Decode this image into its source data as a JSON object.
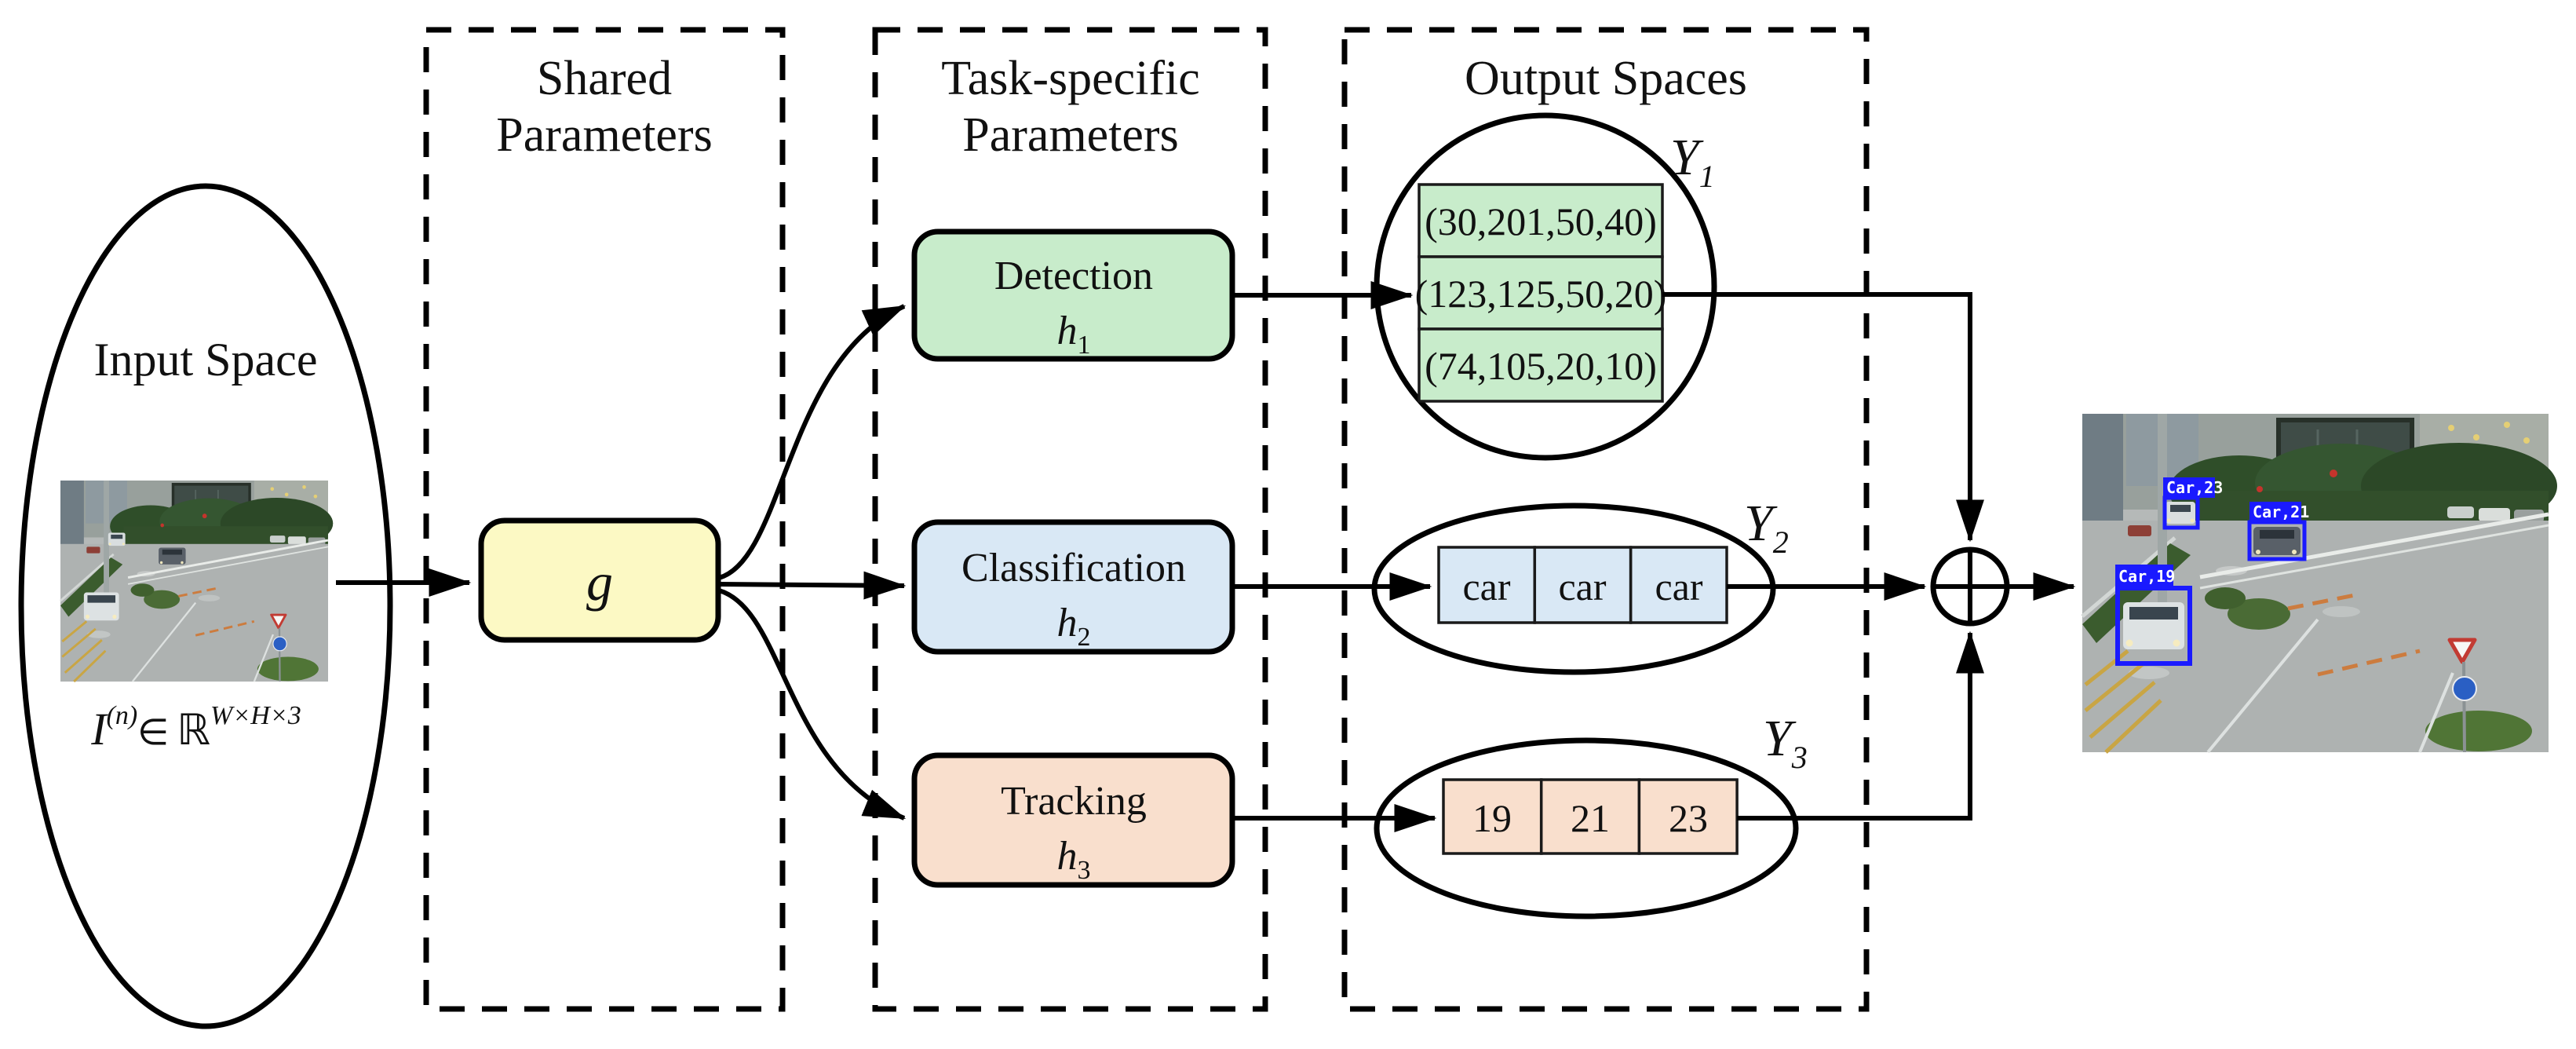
{
  "figure": {
    "input": {
      "label": "Input Space",
      "formula": {
        "symbol": "I",
        "sup": "(n)",
        "element_of": "∈",
        "set": "ℝ",
        "dims": "W×H×3"
      }
    },
    "shared": {
      "title_line1": "Shared",
      "title_line2": "Parameters",
      "block_label": "g"
    },
    "task_specific": {
      "title_line1": "Task-specific",
      "title_line2": "Parameters",
      "blocks": [
        {
          "label": "Detection",
          "symbol": "h",
          "sub": "1"
        },
        {
          "label": "Classification",
          "symbol": "h",
          "sub": "2"
        },
        {
          "label": "Tracking",
          "symbol": "h",
          "sub": "3"
        }
      ]
    },
    "output_spaces": {
      "title": "Output Spaces",
      "y1": {
        "symbol": "Y",
        "sub": "1",
        "rows": [
          "(30,201,50,40)",
          "(123,125,50,20)",
          "(74,105,20,10)"
        ]
      },
      "y2": {
        "symbol": "Y",
        "sub": "2",
        "cells": [
          "car",
          "car",
          "car"
        ]
      },
      "y3": {
        "symbol": "Y",
        "sub": "3",
        "cells": [
          "19",
          "21",
          "23"
        ]
      }
    },
    "result": {
      "boxes": [
        {
          "label": "Car,23"
        },
        {
          "label": "Car,21"
        },
        {
          "label": "Car,19"
        }
      ]
    },
    "colors": {
      "detection_green": "#c8eccb",
      "classification_blue": "#d9e8f5",
      "tracking_peach": "#f9dfcd",
      "shared_yellow": "#fcf9c4",
      "bbox_blue": "#1a1aff"
    }
  }
}
